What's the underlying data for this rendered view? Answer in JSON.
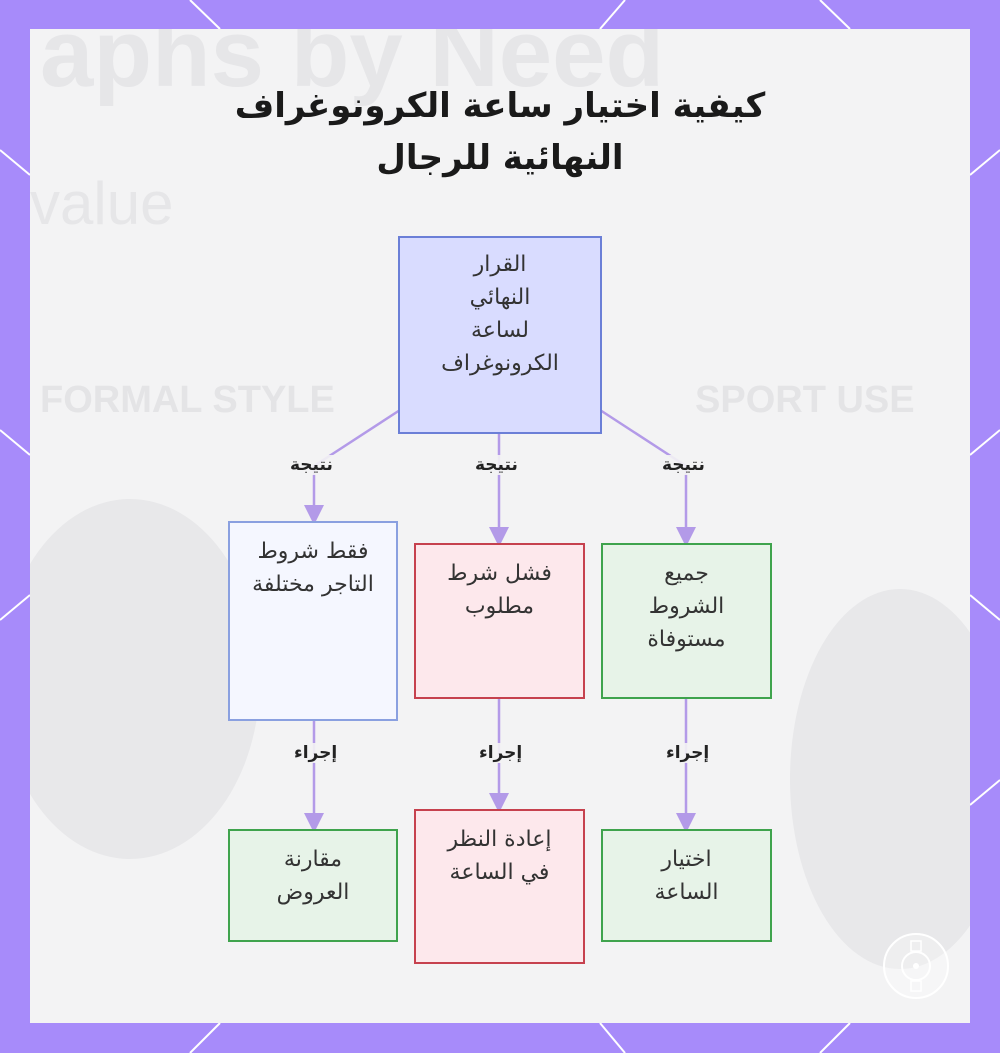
{
  "title": {
    "line1": "كيفية اختيار ساعة الكرونوغراف",
    "line2": "النهائية للرجال"
  },
  "watermark": {
    "big": "aphs by Need",
    "sub": "value",
    "left": "FORMAL STYLE",
    "right": "SPORT USE"
  },
  "nodes": {
    "root": "القرار النهائي لساعة الكرونوغراف",
    "left_condition": "فقط شروط التاجر مختلفة",
    "middle_condition": "فشل شرط مطلوب",
    "right_condition": "جميع الشروط مستوفاة",
    "left_action": "مقارنة العروض",
    "middle_action": "إعادة النظر في الساعة",
    "right_action": "اختيار الساعة"
  },
  "edge_labels": {
    "result_left": "نتيجة",
    "result_middle": "نتيجة",
    "result_right": "نتيجة",
    "action_left": "إجراء",
    "action_middle": "إجراء",
    "action_right": "إجراء"
  },
  "colors": {
    "frame": "#a78bfa",
    "edge": "#b39ae8",
    "root_fill": "#d9dcff",
    "root_border": "#6b7fd7",
    "blue_fill": "#f5f7ff",
    "blue_border": "#8aa0e0",
    "red_fill": "#fde8ec",
    "red_border": "#c6414e",
    "green_fill": "#e7f3e8",
    "green_border": "#3fa34d"
  }
}
